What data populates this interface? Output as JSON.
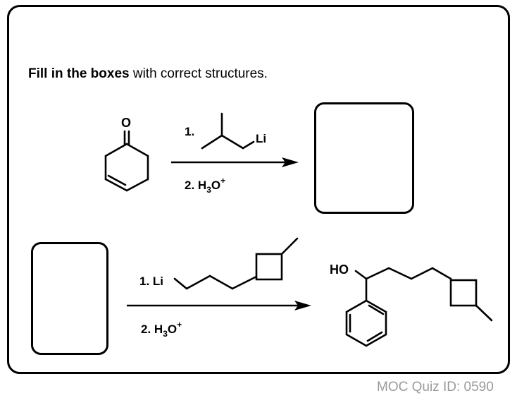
{
  "instruction": {
    "bold_text": "Fill in the boxes",
    "rest_text": " with correct structures."
  },
  "reaction1": {
    "reactant_atom_O": "O",
    "step1_label": "1.",
    "reagent_atom_Li": "Li",
    "step2_label": "2. H",
    "step2_sub": "3",
    "step2_atom": "O",
    "step2_charge": "+"
  },
  "reaction2": {
    "step1_label": "1. Li",
    "step2_label": "2. H",
    "step2_sub": "3",
    "step2_atom": "O",
    "step2_charge": "+",
    "product_label_HO": "HO"
  },
  "footer": {
    "quiz_id": "MOC Quiz ID: 0590"
  }
}
